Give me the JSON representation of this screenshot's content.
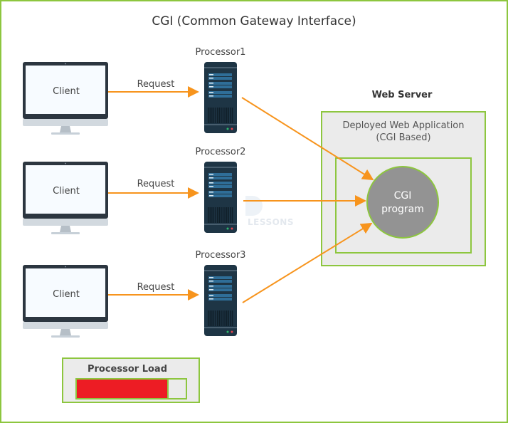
{
  "title": "CGI (Common Gateway Interface)",
  "clients": [
    {
      "label": "Client"
    },
    {
      "label": "Client"
    },
    {
      "label": "Client"
    }
  ],
  "requests": [
    {
      "label": "Request"
    },
    {
      "label": "Request"
    },
    {
      "label": "Request"
    }
  ],
  "processors": [
    {
      "label": "Processor1"
    },
    {
      "label": "Processor2"
    },
    {
      "label": "Processor3"
    }
  ],
  "web_server": {
    "label": "Web Server",
    "app_line1": "Deployed Web Application",
    "app_line2": "(CGI Based)",
    "cgi_line1": "CGI",
    "cgi_line2": "program"
  },
  "processor_load": {
    "label": "Processor Load",
    "fraction": 0.84
  },
  "watermark": "LESSONS",
  "colors": {
    "border_green": "#8dc63f",
    "arrow_orange": "#f7941d",
    "server_dark": "#1e3545",
    "load_red": "#ed1c24",
    "cgi_gray": "#939393",
    "panel_gray": "#ebebeb"
  }
}
